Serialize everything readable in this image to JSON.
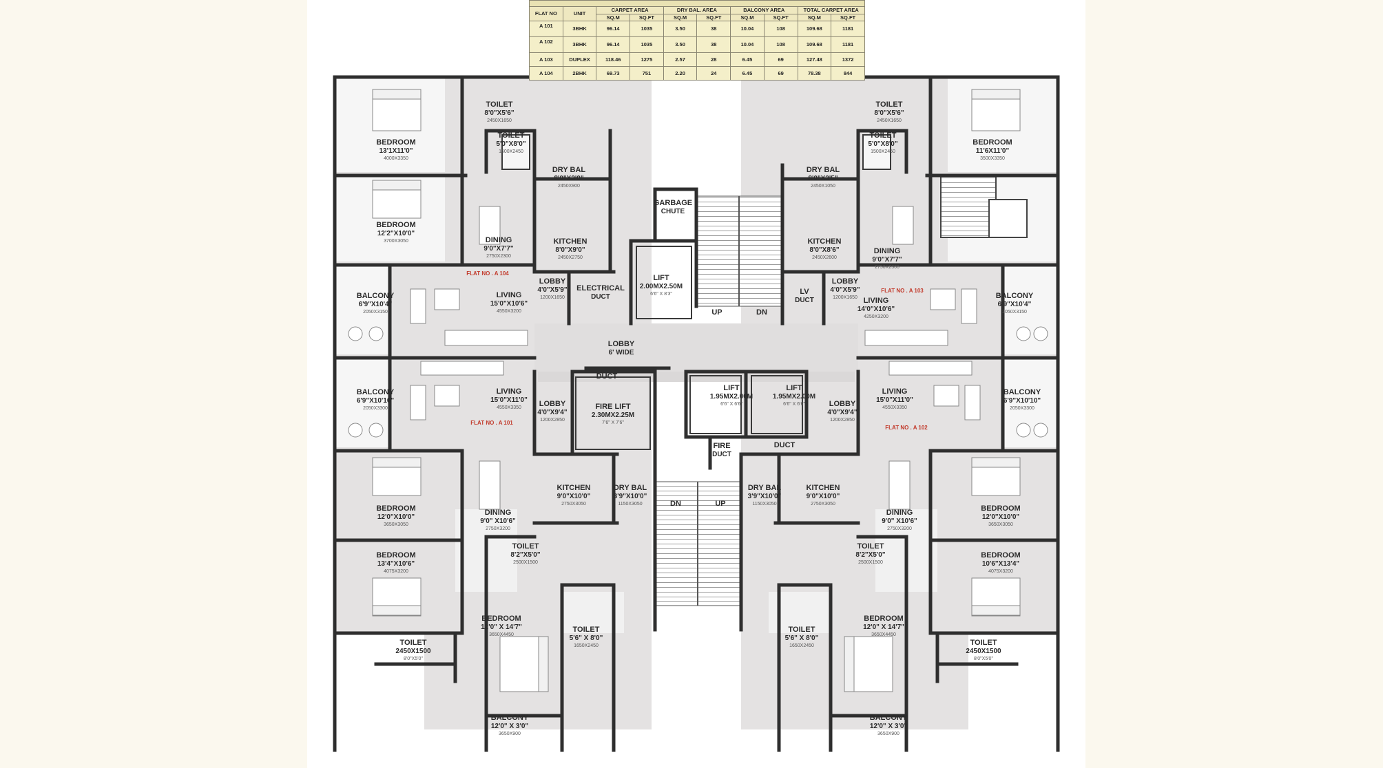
{
  "area_table": {
    "title": "",
    "headers": [
      "FLAT NO",
      "UNIT",
      "CARPET AREA",
      "DRY BAL. AREA",
      "BALCONY AREA",
      "TOTAL CARPET AREA"
    ],
    "subheaders": [
      "SQ.M",
      "SQ.FT",
      "SQ.M",
      "SQ.FT",
      "SQ.M",
      "SQ.FT",
      "SQ.M",
      "SQ.FT"
    ],
    "rows": [
      [
        "A 101",
        "3BHK",
        "96.14",
        "1035",
        "3.50",
        "38",
        "10.04",
        "108",
        "109.68",
        "1181"
      ],
      [
        "A 102",
        "3BHK",
        "96.14",
        "1035",
        "3.50",
        "38",
        "10.04",
        "108",
        "109.68",
        "1181"
      ],
      [
        "A 103",
        "DUPLEX",
        "118.46",
        "1275",
        "2.57",
        "28",
        "6.45",
        "69",
        "127.48",
        "1372"
      ],
      [
        "A 104",
        "2BHK",
        "69.73",
        "751",
        "2.20",
        "24",
        "6.45",
        "69",
        "78.38",
        "844"
      ]
    ]
  },
  "rooms": [
    {
      "name": "TOILET",
      "dim": "8'0\"X5'6\"",
      "mm": "2450X1650"
    },
    {
      "name": "BEDROOM",
      "dim": "13'1X11'0\"",
      "mm": "4000X3350"
    },
    {
      "name": "TOILET",
      "dim": "5'0\"X8'0\"",
      "mm": "1500X2450"
    },
    {
      "name": "DRY BAL",
      "dim": "8'0\"X3'0\"",
      "mm": "2450X900"
    },
    {
      "name": "BEDROOM",
      "dim": "12'2\"X10'0\"",
      "mm": "3700X3050"
    },
    {
      "name": "DINING",
      "dim": "9'0\"X7'7\"",
      "mm": "2750X2300"
    },
    {
      "name": "KITCHEN",
      "dim": "8'0\"X9'0\"",
      "mm": "2450X2750"
    },
    {
      "name": "LOBBY",
      "dim": "4'0\"X5'9\"",
      "mm": "1200X1650"
    },
    {
      "name": "ELECTRICAL",
      "dim": "DUCT",
      "mm": ""
    },
    {
      "name": "BALCONY",
      "dim": "6'9\"X10'4\"",
      "mm": "2050X3150"
    },
    {
      "name": "LIVING",
      "dim": "15'0\"X10'6\"",
      "mm": "4550X3200"
    },
    {
      "name": "BALCONY",
      "dim": "6'9\"X10'10\"",
      "mm": "2050X3300"
    },
    {
      "name": "LIVING",
      "dim": "15'0\"X11'0\"",
      "mm": "4550X3350"
    },
    {
      "name": "LOBBY",
      "dim": "4'0\"X9'4\"",
      "mm": "1200X2850"
    },
    {
      "name": "BEDROOM",
      "dim": "12'0\"X10'0\"",
      "mm": "3650X3050"
    },
    {
      "name": "KITCHEN",
      "dim": "9'0\"X10'0\"",
      "mm": "2750X3050"
    },
    {
      "name": "DRY BAL",
      "dim": "3'9\"X10'0\"",
      "mm": "1150X3050"
    },
    {
      "name": "DINING",
      "dim": "9'0\" X10'6\"",
      "mm": "2750X3200"
    },
    {
      "name": "BEDROOM",
      "dim": "13'4\"X10'6\"",
      "mm": "4075X3200"
    },
    {
      "name": "TOILET",
      "dim": "8'2\"X5'0\"",
      "mm": "2500X1500"
    },
    {
      "name": "BEDROOM",
      "dim": "12'0\" X 14'7\"",
      "mm": "3650X4450"
    },
    {
      "name": "TOILET",
      "dim": "5'6\" X 8'0\"",
      "mm": "1650X2450"
    },
    {
      "name": "TOILET",
      "dim": "2450X1500",
      "mm": "8'0\"X5'0\""
    },
    {
      "name": "BALCONY",
      "dim": "12'0\" X 3'0\"",
      "mm": "3650X900"
    },
    {
      "name": "GARBAGE",
      "dim": "CHUTE",
      "mm": ""
    },
    {
      "name": "LIFT",
      "dim": "2.00MX2.50M",
      "mm": "6'6\" X 8'3\""
    },
    {
      "name": "LOBBY",
      "dim": "6' WIDE",
      "mm": ""
    },
    {
      "name": "FIRE LIFT",
      "dim": "2.30MX2.25M",
      "mm": "7'6\" X 7'6\""
    },
    {
      "name": "LIFT",
      "dim": "1.95MX2.00M",
      "mm": "6'6\" X 6'6\""
    },
    {
      "name": "LIFT",
      "dim": "1.95MX2.00M",
      "mm": "6'6\" X 6'6\""
    },
    {
      "name": "FIRE",
      "dim": "DUCT",
      "mm": ""
    },
    {
      "name": "TOILET",
      "dim": "8'0\"X5'6\"",
      "mm": "2450X1650"
    },
    {
      "name": "BEDROOM",
      "dim": "11'6X11'0\"",
      "mm": "3500X3350"
    },
    {
      "name": "TOILET",
      "dim": "5'0\"X8'0\"",
      "mm": "1500X2450"
    },
    {
      "name": "DRY BAL",
      "dim": "8'0\"X3'5\"",
      "mm": "2450X1050"
    },
    {
      "name": "KITCHEN",
      "dim": "8'0\"X8'6\"",
      "mm": "2450X2600"
    },
    {
      "name": "DINING",
      "dim": "9'0\"X7'7\"",
      "mm": "2750X2300"
    },
    {
      "name": "LV",
      "dim": "DUCT",
      "mm": ""
    },
    {
      "name": "LOBBY",
      "dim": "4'0\"X5'9\"",
      "mm": "1200X1650"
    },
    {
      "name": "LIVING",
      "dim": "14'0\"X10'6\"",
      "mm": "4250X3200"
    },
    {
      "name": "BALCONY",
      "dim": "6'9\"X10'4\"",
      "mm": "2050X3150"
    },
    {
      "name": "LIVING",
      "dim": "15'0\"X11'0\"",
      "mm": "4550X3350"
    },
    {
      "name": "BALCONY",
      "dim": "6'9\"X10'10\"",
      "mm": "2050X3300"
    },
    {
      "name": "LOBBY",
      "dim": "4'0\"X9'4\"",
      "mm": "1200X2850"
    },
    {
      "name": "DRY BAL",
      "dim": "3'9\"X10'0\"",
      "mm": "1150X3050"
    },
    {
      "name": "KITCHEN",
      "dim": "9'0\"X10'0\"",
      "mm": "2750X3050"
    },
    {
      "name": "DINING",
      "dim": "9'0\" X10'6\"",
      "mm": "2750X3200"
    },
    {
      "name": "BEDROOM",
      "dim": "12'0\"X10'0\"",
      "mm": "3650X3050"
    },
    {
      "name": "TOILET",
      "dim": "8'2\"X5'0\"",
      "mm": "2500X1500"
    },
    {
      "name": "BEDROOM",
      "dim": "10'6\"X13'4\"",
      "mm": "4075X3200"
    },
    {
      "name": "TOILET",
      "dim": "5'6\" X 8'0\"",
      "mm": "1650X2450"
    },
    {
      "name": "BEDROOM",
      "dim": "12'0\" X 14'7\"",
      "mm": "3650X4450"
    },
    {
      "name": "TOILET",
      "dim": "2450X1500",
      "mm": "8'0\"X5'0\""
    },
    {
      "name": "BALCONY",
      "dim": "12'0\" X 3'0\"",
      "mm": "3650X900"
    }
  ],
  "small_labels": [
    "DUCT",
    "DUCT",
    "UP",
    "DN",
    "DN",
    "UP"
  ],
  "flat_labels": [
    "FLAT NO . A 104",
    "FLAT NO . A 103",
    "FLAT NO . A 101",
    "FLAT NO . A 102"
  ]
}
